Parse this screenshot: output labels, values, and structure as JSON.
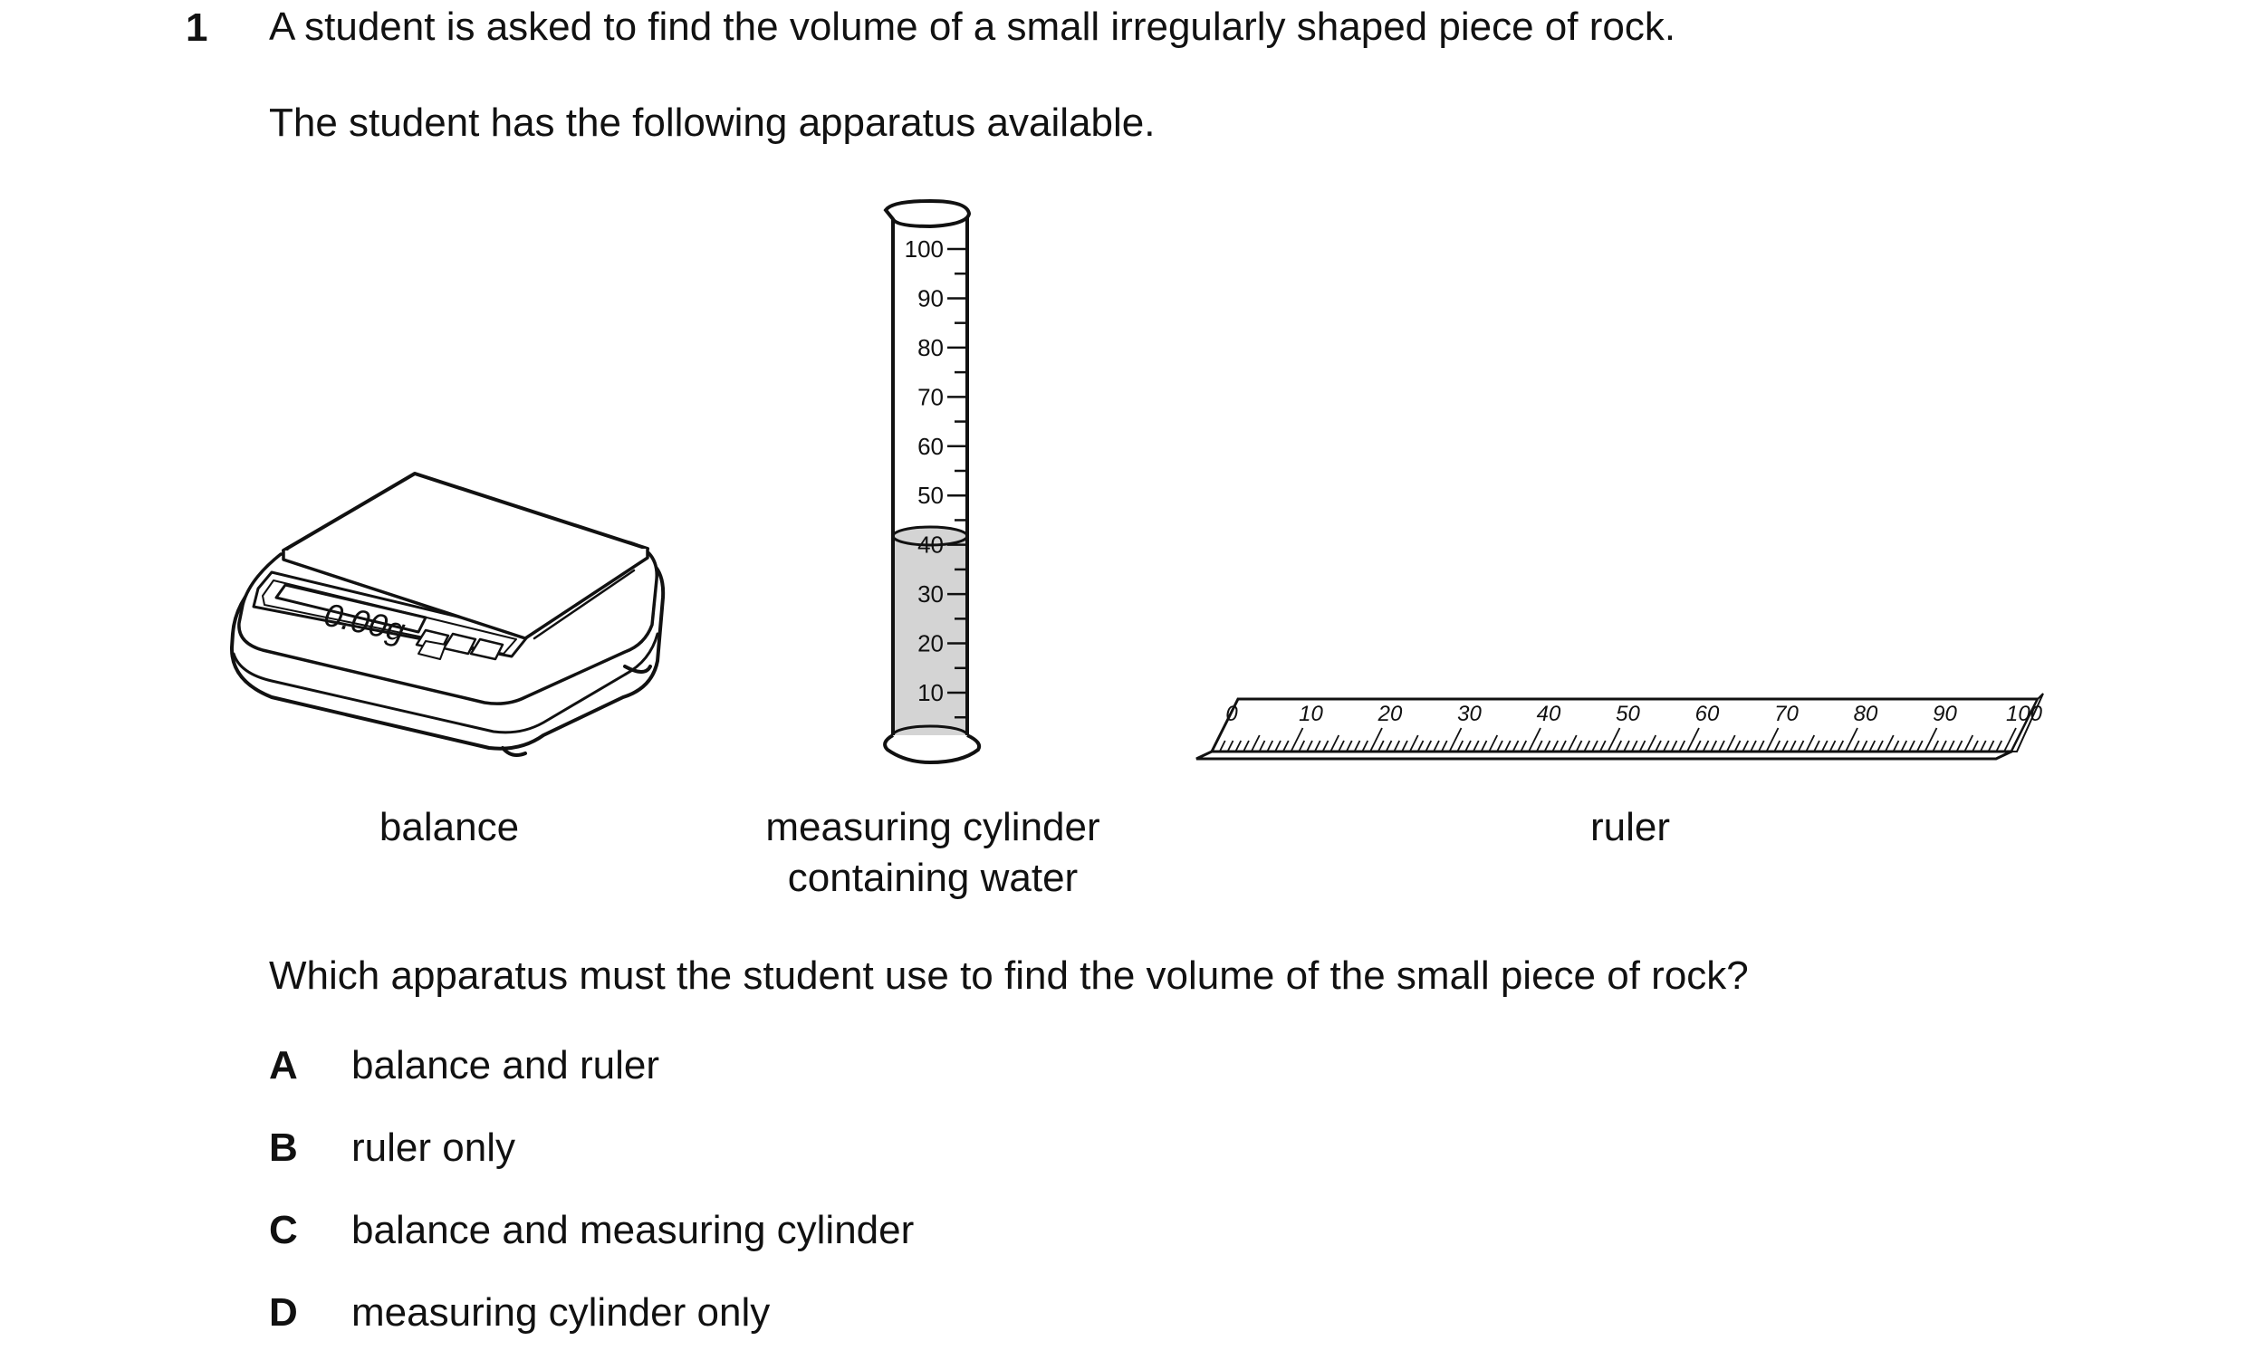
{
  "question": {
    "number": "1",
    "stem_line1": "A student is asked to find the volume of a small irregularly shaped piece of rock.",
    "stem_line2": "The student has the following apparatus available.",
    "prompt": "Which apparatus must the student use to find the volume of the small piece of rock?"
  },
  "apparatus": {
    "balance": {
      "caption": "balance",
      "display": "0.00g"
    },
    "cylinder": {
      "caption_line1": "measuring cylinder",
      "caption_line2": "containing water",
      "scale": [
        "100",
        "90",
        "80",
        "70",
        "60",
        "50",
        "40",
        "30",
        "20",
        "10"
      ],
      "water_level": 40
    },
    "ruler": {
      "caption": "ruler",
      "scale": [
        "0",
        "10",
        "20",
        "30",
        "40",
        "50",
        "60",
        "70",
        "80",
        "90",
        "100"
      ]
    }
  },
  "options": [
    {
      "letter": "A",
      "text": "balance and ruler"
    },
    {
      "letter": "B",
      "text": "ruler only"
    },
    {
      "letter": "C",
      "text": "balance and measuring cylinder"
    },
    {
      "letter": "D",
      "text": "measuring cylinder only"
    }
  ]
}
